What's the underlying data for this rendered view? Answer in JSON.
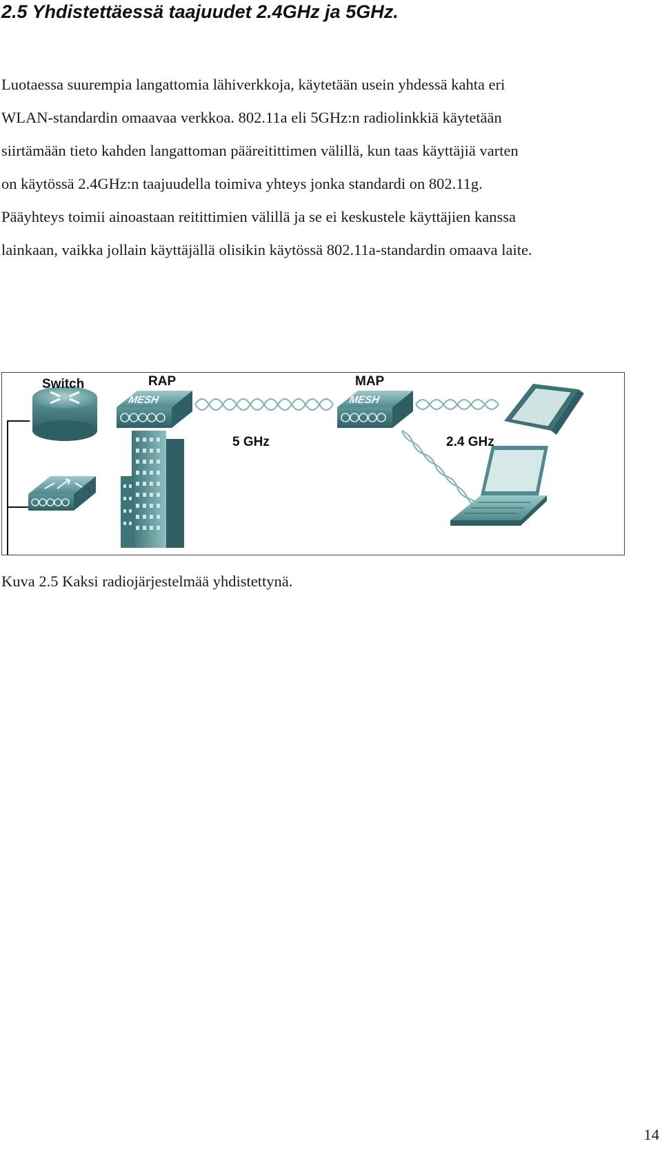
{
  "section": {
    "heading": "2.5 Yhdistettäessä taajuudet 2.4GHz ja 5GHz."
  },
  "paragraph": {
    "lines": [
      "Luotaessa suurempia langattomia lähiverkkoja, käytetään usein yhdessä kahta eri",
      "WLAN-standardin omaavaa verkkoa. 802.11a eli 5GHz:n radiolinkkiä käytetään",
      "siirtämään tieto kahden langattoman pääreitittimen välillä, kun taas käyttäjiä varten",
      "on käytössä 2.4GHz:n taajuudella toimiva yhteys jonka standardi on 802.11g.",
      "Pääyhteys toimii ainoastaan reitittimien välillä ja se ei keskustele käyttäjien kanssa",
      "lainkaan, vaikka jollain käyttäjällä olisikin käytössä 802.11a-standardin omaava laite."
    ]
  },
  "figure": {
    "labels": {
      "switch": "Switch",
      "rap": "RAP",
      "map": "MAP",
      "rap_device_text": "MESH",
      "map_device_text": "MESH",
      "link_5ghz": "5 GHz",
      "link_24ghz": "2.4 GHz"
    },
    "colors": {
      "device_teal": "#4f8a8e",
      "device_dark": "#2f5f62",
      "device_light": "#8fbfc0",
      "wave": "#7fb2b4"
    },
    "caption": "Kuva 2.5 Kaksi radiojärjestelmää yhdistettynä."
  },
  "footer": {
    "page_number": "14"
  }
}
